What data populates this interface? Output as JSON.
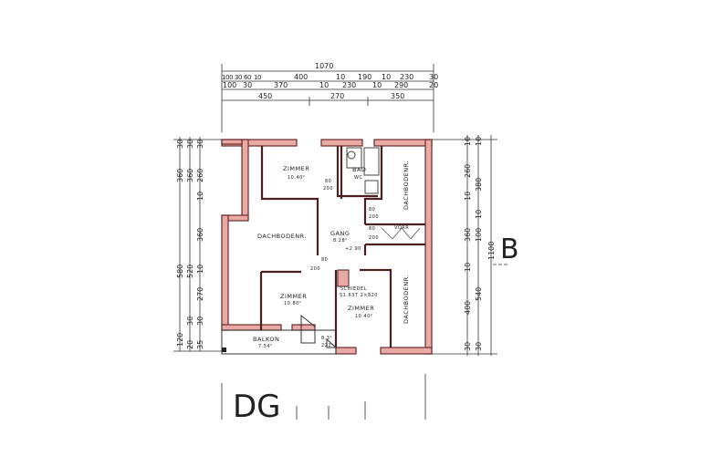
{
  "plan": {
    "floor_label": "DG",
    "section_label": "B",
    "wall_color": "#e9a9a4",
    "dimensions_top": {
      "overall": "1070",
      "row1": [
        "100",
        "30",
        "60",
        "10",
        "400",
        "10",
        "190",
        "10",
        "230",
        "30"
      ],
      "row2": [
        "100",
        "30",
        "370",
        "10",
        "230",
        "10",
        "290",
        "20"
      ],
      "row3": [
        "450",
        "270",
        "350"
      ]
    },
    "dimensions_left": [
      "30",
      "30",
      "30",
      "360",
      "360",
      "260",
      "10",
      "580",
      "520",
      "360",
      "10",
      "270",
      "30",
      "30",
      "120",
      "20",
      "35"
    ],
    "dimensions_right": [
      "10",
      "10",
      "260",
      "380",
      "10",
      "360",
      "10",
      "100",
      "10",
      "1100",
      "400",
      "540",
      "30",
      "30"
    ],
    "rooms": [
      {
        "name": "ZIMMER",
        "area": "10.40²"
      },
      {
        "name": "BAD",
        "area": "WC"
      },
      {
        "name": "DACHBODENR."
      },
      {
        "name": "DACHBODENR."
      },
      {
        "name": "GANG",
        "area": "8.28²"
      },
      {
        "name": "VORR"
      },
      {
        "name": "ZIMMER",
        "area": "10.80²"
      },
      {
        "name": "SCHIEDEL",
        "area": "S1.637 2×820"
      },
      {
        "name": "ZIMMER",
        "area": "10.40²"
      },
      {
        "name": "DACHBODENR."
      },
      {
        "name": "BALKON",
        "area": "7.54²"
      }
    ],
    "door_marks": [
      "80",
      "200",
      "80",
      "200",
      "80",
      "200",
      "80",
      "200",
      "8.3²",
      "222",
      "+2.90"
    ]
  }
}
